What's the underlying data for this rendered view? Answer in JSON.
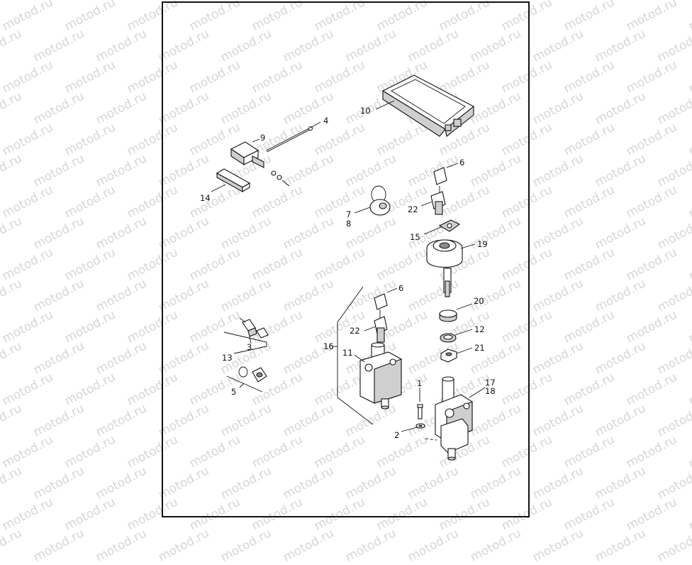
{
  "watermark": {
    "text": "motod.ru",
    "color": "#d6d6d6"
  },
  "callouts": {
    "c1": "1",
    "c2": "2",
    "c3": "3",
    "c4": "4",
    "c5": "5",
    "c6a": "6",
    "c6b": "6",
    "c7": "7",
    "c8": "8",
    "c9": "9",
    "c10": "10",
    "c11": "11",
    "c12": "12",
    "c13": "13",
    "c14": "14",
    "c15": "15",
    "c16": "16",
    "c17": "17",
    "c18": "18",
    "c19": "19",
    "c20": "20",
    "c21": "21",
    "c22a": "22",
    "c22b": "22"
  },
  "parts": {
    "p1": "bolt-icon",
    "p2": "washer-icon",
    "p3": "sensor-plug-icon",
    "p4": "antenna-rod-icon",
    "p5": "fitting-with-oring-icon",
    "p6": "key-tag-icon",
    "p7": "key-ring-icon",
    "p9": "connector-module-icon",
    "p10": "control-module-icon",
    "p11": "ignition-switch-housing-icon",
    "p12": "retaining-ring-icon",
    "p14": "bracket-clip-icon",
    "p15": "lock-plate-icon",
    "p17": "fork-lock-body-icon",
    "p19": "switch-cap-icon",
    "p20": "bushing-icon",
    "p21": "nut-icon",
    "p22": "key-icon"
  }
}
